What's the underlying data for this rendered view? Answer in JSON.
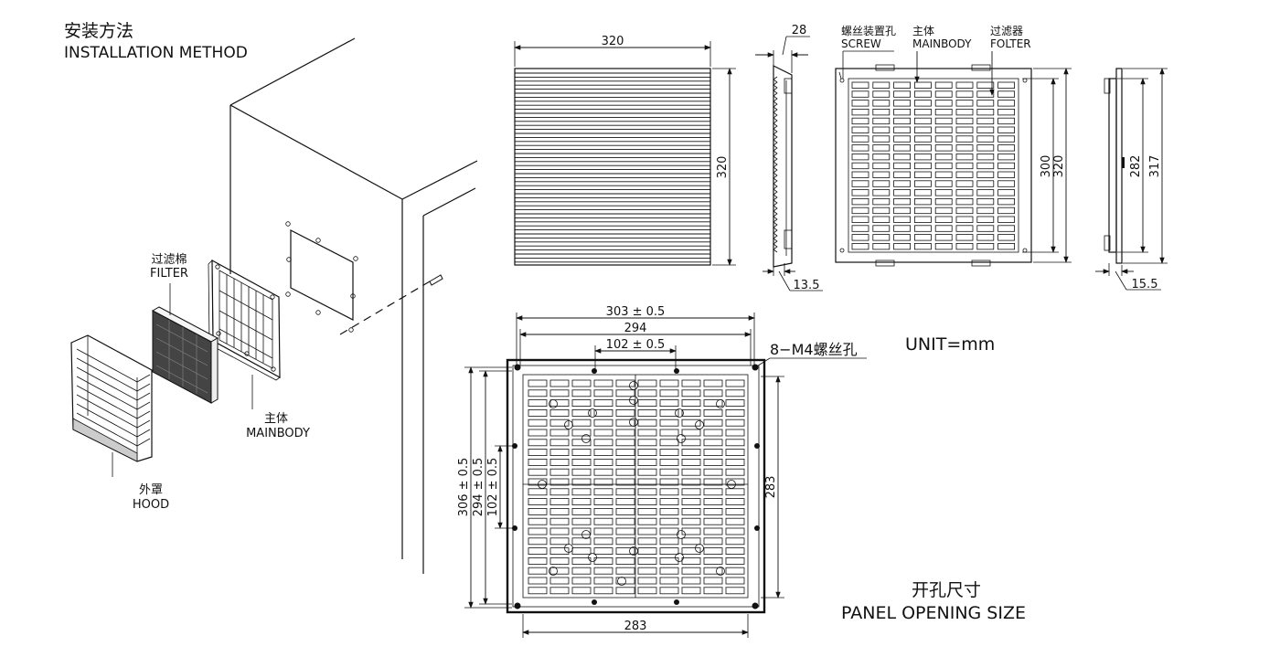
{
  "installation": {
    "title_cn": "安装方法",
    "title_en": "INSTALLATION METHOD",
    "filter_cn": "过滤棉",
    "filter_en": "FILTER",
    "mainbody_cn": "主体",
    "mainbody_en": "MAINBODY",
    "hood_cn": "外罩",
    "hood_en": "HOOD"
  },
  "front_view": {
    "width": "320",
    "height": "320"
  },
  "side_view": {
    "depth_top": "28",
    "depth_bottom": "13.5"
  },
  "back_view": {
    "screw_cn": "螺丝装置孔",
    "screw_en": "SCREW",
    "mainbody_cn": "主体",
    "mainbody_en": "MAINBODY",
    "filter_cn": "过滤器",
    "filter_en": "FOLTER",
    "inner_height": "300",
    "outer_height": "320"
  },
  "side_view_right": {
    "inner": "282",
    "outer": "317",
    "depth": "15.5"
  },
  "panel": {
    "w_outer": "303 ± 0.5",
    "w_mid": "294",
    "w_hole": "102 ± 0.5",
    "holes": "8−M4螺丝孔",
    "h_outer": "306 ± 0.5",
    "h_mid": "294 ± 0.5",
    "h_hole": "102 ± 0.5",
    "h_right": "283",
    "w_bottom": "283",
    "unit": "UNIT=mm",
    "opening_cn": "开孔尺寸",
    "opening_en": "PANEL OPENING SIZE"
  }
}
